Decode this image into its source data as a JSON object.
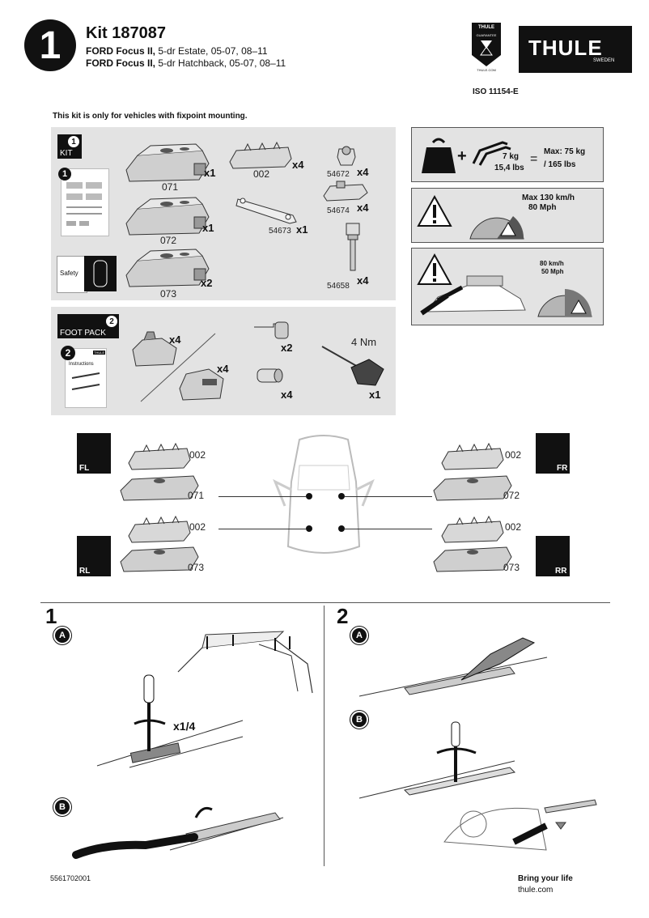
{
  "header": {
    "step_number": "1",
    "kit_title": "Kit 187087",
    "vehicle_line1_bold": "FORD Focus II,",
    "vehicle_line1_rest": " 5-dr Estate, 05-07, 08–11",
    "vehicle_line2_bold": "FORD Focus II,",
    "vehicle_line2_rest": " 5-dr Hatchback, 05-07, 08–11",
    "brand": "THULE",
    "brand_sub": "SWEDEN",
    "guarantee_badge_top": "THULE",
    "guarantee_badge_mid": "GUARANTEE",
    "guarantee_badge_url": "THULE.COM",
    "iso": "ISO 11154-E"
  },
  "notice": "This kit is only for vehicles with fixpoint mounting.",
  "kit_box": {
    "badge_num": "1",
    "badge_label": "KIT",
    "booklet_num": "1",
    "safety_label": "Safety",
    "parts": [
      {
        "code": "071",
        "qty": "x1"
      },
      {
        "code": "072",
        "qty": "x1"
      },
      {
        "code": "073",
        "qty": "x2"
      },
      {
        "code": "002",
        "qty": "x4"
      },
      {
        "code": "54672",
        "qty": "x4"
      },
      {
        "code": "54674",
        "qty": "x4"
      },
      {
        "code": "54673",
        "qty": "x1"
      },
      {
        "code": "54658",
        "qty": "x4"
      }
    ]
  },
  "foot_pack_box": {
    "badge_num": "2",
    "badge_label": "FOOT PACK",
    "booklet_num": "2",
    "booklet_title": "Instructions",
    "booklet_brand": "THULE",
    "foot_qty_1": "x4",
    "foot_qty_2": "x4",
    "key_qty": "x2",
    "lock_qty": "x4",
    "torque": "4 Nm",
    "torque_qty": "x1"
  },
  "info_panels": {
    "load_weight": "7 kg",
    "load_weight_lbs": "15,4 lbs",
    "equals": "=",
    "plus": "+",
    "max_load": "Max: 75 kg",
    "max_load_lbs": "/ 165 lbs",
    "max_speed": "Max  130 km/h",
    "max_speed_mph": "80 Mph",
    "speed2_kmh": "80 km/h",
    "speed2_mph": "50 Mph"
  },
  "placement": {
    "fl": {
      "tag": "FL",
      "top": "002",
      "bottom": "071"
    },
    "fr": {
      "tag": "FR",
      "top": "002",
      "bottom": "072"
    },
    "rl": {
      "tag": "RL",
      "top": "002",
      "bottom": "073"
    },
    "rr": {
      "tag": "RR",
      "top": "002",
      "bottom": "073"
    }
  },
  "steps": {
    "step1_num": "1",
    "step1_a": "A",
    "step1_b": "B",
    "step1_turn": "x1/4",
    "step2_num": "2",
    "step2_a": "A",
    "step2_b": "B"
  },
  "footer": {
    "doc_number": "5561702001",
    "slogan": "Bring your life",
    "url": "thule.com"
  },
  "colors": {
    "panel_gray": "#e3e3e3",
    "accent_dark": "#111111",
    "part_gray": "#c8c8c8"
  }
}
